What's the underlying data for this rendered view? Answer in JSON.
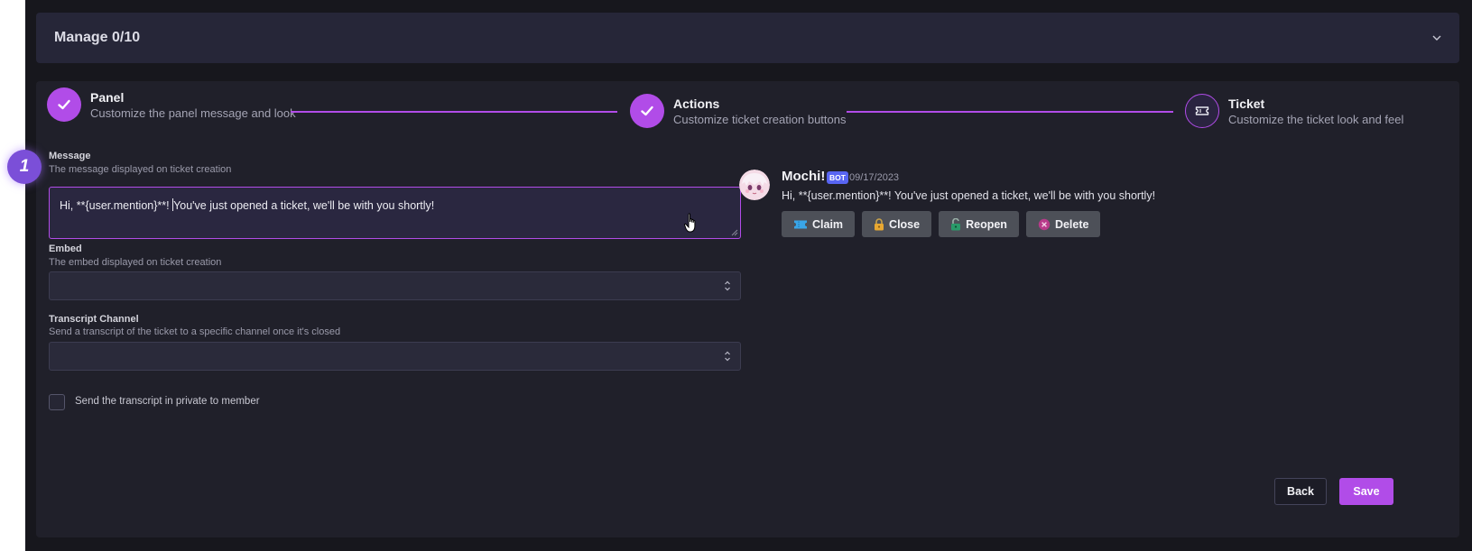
{
  "manage": {
    "title": "Manage 0/10"
  },
  "steps": [
    {
      "title": "Panel",
      "subtitle": "Customize the panel message and look",
      "state": "done"
    },
    {
      "title": "Actions",
      "subtitle": "Customize ticket creation buttons",
      "state": "done"
    },
    {
      "title": "Ticket",
      "subtitle": "Customize the ticket look and feel",
      "state": "current"
    }
  ],
  "form": {
    "message": {
      "label": "Message",
      "help": "The message displayed on ticket creation",
      "value_before_caret": "Hi, **{user.mention}**! ",
      "value_after_caret": "You've just opened a ticket, we'll be with you shortly!"
    },
    "embed": {
      "label": "Embed",
      "help": "The embed displayed on ticket creation",
      "value": ""
    },
    "transcript": {
      "label": "Transcript Channel",
      "help": "Send a transcript of the ticket to a specific channel once it's closed",
      "value": ""
    },
    "private_checkbox": {
      "label": "Send the transcript in private to member",
      "checked": false
    }
  },
  "preview": {
    "bot_name": "Mochi!",
    "bot_tag": "BOT",
    "date": "09/17/2023",
    "message": "Hi, **{user.mention}**! You've just opened a ticket, we'll be with you shortly!",
    "buttons": [
      {
        "label": "Claim",
        "icon": "ticket-icon"
      },
      {
        "label": "Close",
        "icon": "lock-icon"
      },
      {
        "label": "Reopen",
        "icon": "unlock-icon"
      },
      {
        "label": "Delete",
        "icon": "delete-icon"
      }
    ]
  },
  "footer": {
    "back_label": "Back",
    "save_label": "Save"
  },
  "annotation": {
    "badge": "1"
  },
  "colors": {
    "accent": "#b14ce8",
    "discord_blurple": "#5865f2",
    "background": "#17171d",
    "card": "#20202a"
  }
}
